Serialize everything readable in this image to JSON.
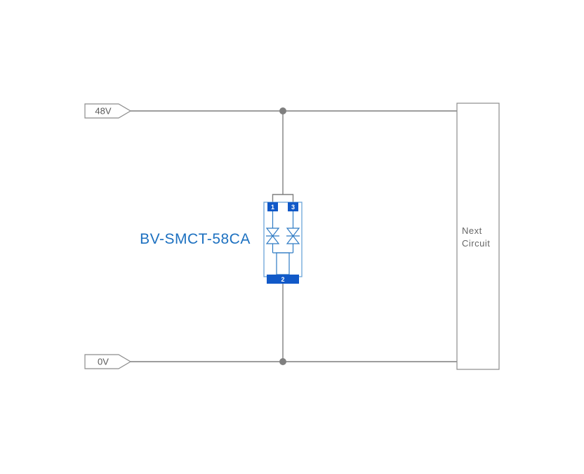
{
  "diagram": {
    "supply_rail": {
      "label": "48V"
    },
    "ground_rail": {
      "label": "0V"
    },
    "tvs_component": {
      "part_number": "BV-SMCT-58CA",
      "pins": {
        "pin1": "1",
        "pin2": "2",
        "pin3": "3"
      }
    },
    "load_block": {
      "line1": "Next",
      "line2": "Circuit"
    },
    "colors": {
      "wire_gray": "#7f7f7f",
      "component_outline_blue": "#6aa3d8",
      "component_symbol_blue": "#2f7bc4",
      "pin_fill_blue": "#1159c8",
      "part_label_blue": "#1c70c0",
      "text_gray": "#666666"
    }
  }
}
